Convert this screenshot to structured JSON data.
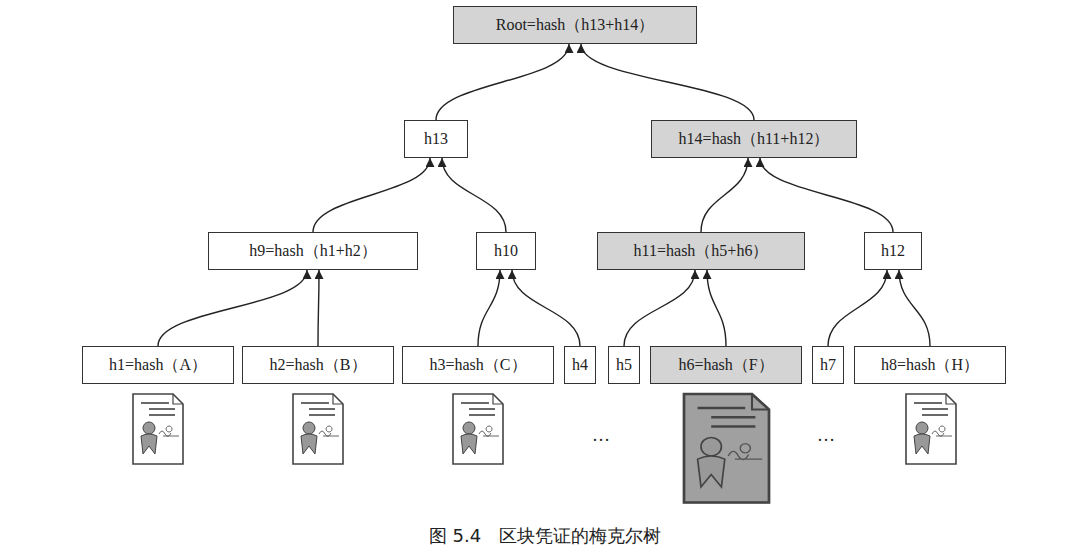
{
  "diagram": {
    "caption": "图 5.4　区块凭证的梅克尔树",
    "nodes": [
      {
        "text": [
          "Root=hash（h13+h14）"
        ]
      },
      {
        "text": [
          "h13"
        ]
      },
      {
        "text": [
          "h14=hash（h11+h12）"
        ]
      },
      {
        "text": [
          "h9=hash（h1+h2）"
        ]
      },
      {
        "text": [
          "h10"
        ]
      },
      {
        "text": [
          "h11=hash（h5+h6）"
        ]
      },
      {
        "text": [
          "h12"
        ]
      },
      {
        "text": [
          "h1=hash（A）"
        ]
      },
      {
        "text": [
          "h2=hash（B）"
        ]
      },
      {
        "text": [
          "h3=hash（C）"
        ]
      },
      {
        "text": [
          "h4"
        ]
      },
      {
        "text": [
          "h5"
        ]
      },
      {
        "text": [
          "h6=hash（F）"
        ]
      },
      {
        "text": [
          "h7"
        ]
      },
      {
        "text": [
          "h8=hash（H）"
        ]
      }
    ],
    "edges": [
      {
        "from": 1,
        "to": 0,
        "arrow": "to"
      },
      {
        "from": 2,
        "to": 0,
        "arrow": "to"
      },
      {
        "from": 3,
        "to": 1,
        "arrow": "to"
      },
      {
        "from": 4,
        "to": 1,
        "arrow": "to"
      },
      {
        "from": 5,
        "to": 2,
        "arrow": "to"
      },
      {
        "from": 6,
        "to": 2,
        "arrow": "to"
      },
      {
        "from": 7,
        "to": 3,
        "arrow": "to"
      },
      {
        "from": 8,
        "to": 3,
        "arrow": "to"
      },
      {
        "from": 9,
        "to": 4,
        "arrow": "to"
      },
      {
        "from": 10,
        "to": 4,
        "arrow": "to"
      },
      {
        "from": 11,
        "to": 5,
        "arrow": "to"
      },
      {
        "from": 12,
        "to": 5,
        "arrow": "to"
      },
      {
        "from": 13,
        "to": 6,
        "arrow": "to"
      },
      {
        "from": 14,
        "to": 6,
        "arrow": "to"
      }
    ],
    "labels": [
      "…",
      "…"
    ]
  }
}
